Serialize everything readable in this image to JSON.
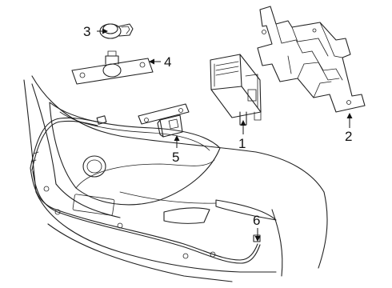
{
  "diagram": {
    "callouts": [
      {
        "id": "1",
        "label": "1"
      },
      {
        "id": "2",
        "label": "2"
      },
      {
        "id": "3",
        "label": "3"
      },
      {
        "id": "4",
        "label": "4"
      },
      {
        "id": "5",
        "label": "5"
      },
      {
        "id": "6",
        "label": "6"
      }
    ],
    "parts": [
      {
        "callout": "1",
        "icon": "sensor-module-icon"
      },
      {
        "callout": "2",
        "icon": "mounting-bracket-icon"
      },
      {
        "callout": "3",
        "icon": "parking-sensor-icon"
      },
      {
        "callout": "4",
        "icon": "sensor-holder-plate-icon"
      },
      {
        "callout": "5",
        "icon": "front-camera-icon"
      },
      {
        "callout": "6",
        "icon": "wiring-harness-icon"
      }
    ],
    "line_color": "#222222",
    "background": "#ffffff"
  }
}
